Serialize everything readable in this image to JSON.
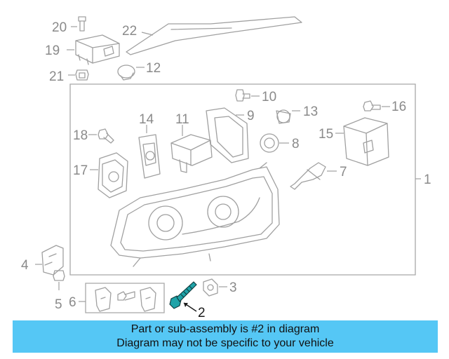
{
  "callouts": {
    "c1": "1",
    "c2": "2",
    "c3": "3",
    "c4": "4",
    "c5": "5",
    "c6": "6",
    "c7": "7",
    "c8": "8",
    "c9": "9",
    "c10": "10",
    "c11": "11",
    "c12": "12",
    "c13": "13",
    "c14": "14",
    "c15": "15",
    "c16": "16",
    "c17": "17",
    "c18": "18",
    "c19": "19",
    "c20": "20",
    "c21": "21",
    "c22": "22"
  },
  "highlight_part": "2",
  "colors": {
    "highlight": "#1fa3a8",
    "banner": "#55c7f5",
    "line": "#a0a0a0",
    "label": "#8a8a8a"
  },
  "banner": {
    "line1": "Part or sub-assembly is #2 in diagram",
    "line2": "Diagram may not be specific to your vehicle"
  }
}
